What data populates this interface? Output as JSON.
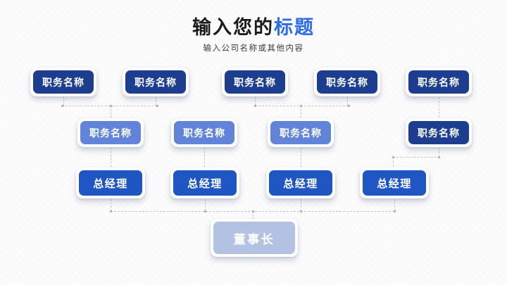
{
  "slide": {
    "title": {
      "prefix": "输入您的",
      "highlight": "标题"
    },
    "subtitle": "输入公司名称或其他内容"
  },
  "colors": {
    "title_text": "#1b1b1b",
    "title_highlight": "#2e6be6",
    "navy_box": "#1d3e8f",
    "royal_box": "#1f56c4",
    "light_blue_box": "#6284d8",
    "pale_blue_box": "#b3c2e3",
    "box_text": "#ffffff",
    "connector": "#c4c5ca",
    "background": "#fcfcfd"
  },
  "org_chart": {
    "row1": [
      "职务名称",
      "职务名称",
      "职务名称",
      "职务名称",
      "职务名称"
    ],
    "row2": [
      "职务名称",
      "职务名称",
      "职务名称",
      "职务名称"
    ],
    "row3": [
      "总经理",
      "总经理",
      "总经理",
      "总经理"
    ],
    "root": "董事长"
  }
}
